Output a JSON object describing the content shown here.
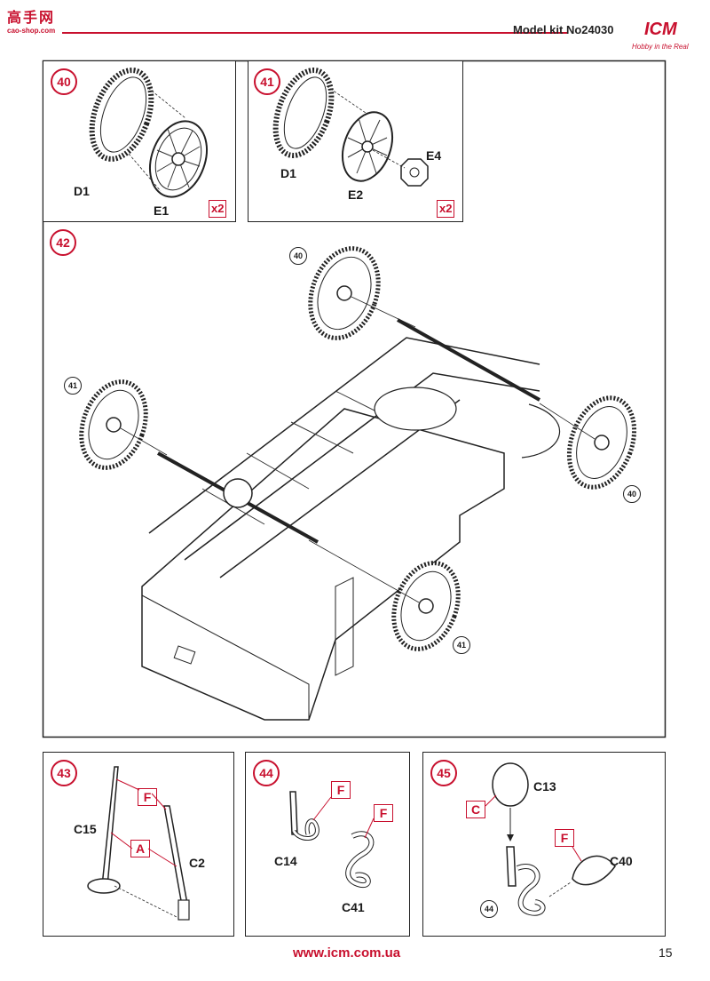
{
  "header": {
    "watermark_cn": "高手网",
    "watermark_url": "cao-shop.com",
    "model_kit": "Model kit No24030",
    "logo_name": "ICM",
    "logo_tagline": "Hobby in the Real",
    "accent_color": "#c8102e"
  },
  "step40": {
    "number": "40",
    "label_d": "D1",
    "label_e": "E1",
    "qty": "x2"
  },
  "step41": {
    "number": "41",
    "label_d": "D1",
    "label_e2": "E2",
    "label_e4": "E4",
    "qty": "x2"
  },
  "step42": {
    "number": "42",
    "ref_top": "40",
    "ref_left": "41",
    "ref_right": "40",
    "ref_bottom": "41"
  },
  "step43": {
    "number": "43",
    "paint_f": "F",
    "paint_a": "A",
    "part_c15": "C15",
    "part_c2": "C2"
  },
  "step44": {
    "number": "44",
    "paint_f1": "F",
    "paint_f2": "F",
    "part_c14": "C14",
    "part_c41": "C41"
  },
  "step45": {
    "number": "45",
    "paint_c": "C",
    "paint_f": "F",
    "part_c13": "C13",
    "part_c40": "C40",
    "ref": "44"
  },
  "footer": {
    "url": "www.icm.com.ua",
    "page": "15"
  }
}
